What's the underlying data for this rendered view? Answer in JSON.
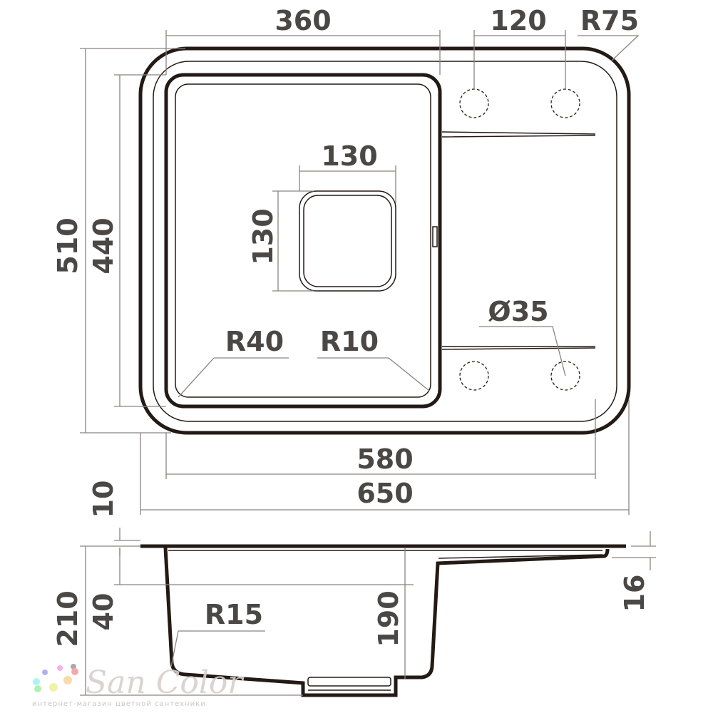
{
  "drawing": {
    "top_view": {
      "dims": {
        "bowl_width": "360",
        "tap_hole_spacing": "120",
        "corner_radius": "R75",
        "overall_depth": "510",
        "bowl_depth": "440",
        "drain_width": "130",
        "drain_height": "130",
        "tap_hole_diameter": "Ø35",
        "bowl_radius": "R40",
        "bowl_inner_radius": "R10",
        "cutout_width": "580",
        "overall_width": "650"
      }
    },
    "side_view": {
      "dims": {
        "rim_thickness": "10",
        "step_depth": "40",
        "total_height": "210",
        "bowl_height": "190",
        "bottom_radius": "R15",
        "drainboard_drop": "16"
      }
    }
  },
  "watermark": {
    "brand": "San Color",
    "tagline": "интернет-магазин цветной сантехники",
    "dot_colors": [
      "#a8a8f0",
      "#f4a8f0",
      "#a0a0a0",
      "#f4a0a0",
      "#a8f0f4",
      "#f8d8a0",
      "#a8f0a8",
      "#f0f0a0"
    ]
  }
}
